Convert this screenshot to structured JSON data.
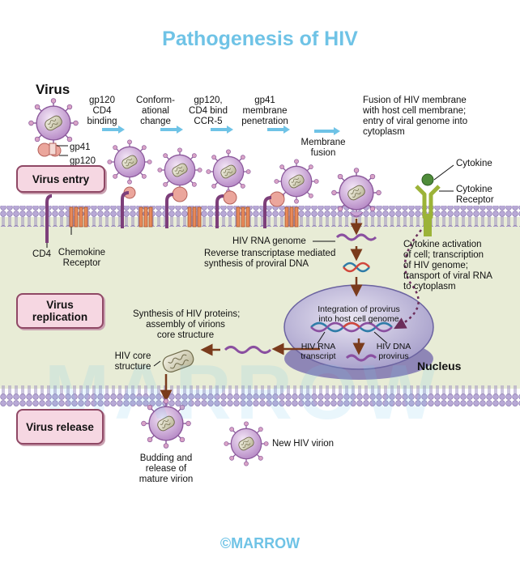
{
  "title": "Pathogenesis of HIV",
  "footer": "©MARROW",
  "watermark": "MARROW",
  "colors": {
    "title": "#6fc3e6",
    "cytoplasm": "#e8ecd6",
    "membrane": "#b8a9d6",
    "stage_fill": "#f6d7e2",
    "stage_border": "#8f4865",
    "virion": "#c9a3d4",
    "arrow": "#7a3b1c"
  },
  "stages": {
    "entry": "Virus entry",
    "replication": "Virus replication",
    "release": "Virus release"
  },
  "labels": {
    "virus": "Virus",
    "gp41": "gp41",
    "gp120": "gp120",
    "step1": "gp120\nCD4\nbinding",
    "step2": "Conform-\national\nchange",
    "step3": "gp120,\nCD4 bind\nCCR-5",
    "step4": "gp41\nmembrane\npenetration",
    "step5": "Membrane\nfusion",
    "fusion": "Fusion of HIV membrane\nwith host cell membrane;\nentry of viral genome into\ncytoplasm",
    "cytokine": "Cytokine",
    "cytokine_receptor": "Cytokine\nReceptor",
    "cd4": "CD4",
    "chemokine_receptor": "Chemokine\nReceptor",
    "rna_genome": "HIV RNA genome",
    "reverse_transcriptase": "Reverse transcriptase mediated\nsynthesis of proviral DNA",
    "cytokine_activation": "Cytokine activation\nof cell; transcription\nof HIV genome;\ntransport of viral RNA\nto cytoplasm",
    "integration": "Integration of provirus\ninto host cell genome",
    "rna_transcript": "HIV RNA\ntranscript",
    "dna_provirus": "HIV DNA\nprovirus",
    "nucleus": "Nucleus",
    "synthesis": "Synthesis of HIV proteins;\nassembly of virions\ncore structure",
    "core_structure": "HIV core\nstructure",
    "new_virion": "New HIV virion",
    "budding": "Budding and\nrelease of\nmature virion"
  }
}
